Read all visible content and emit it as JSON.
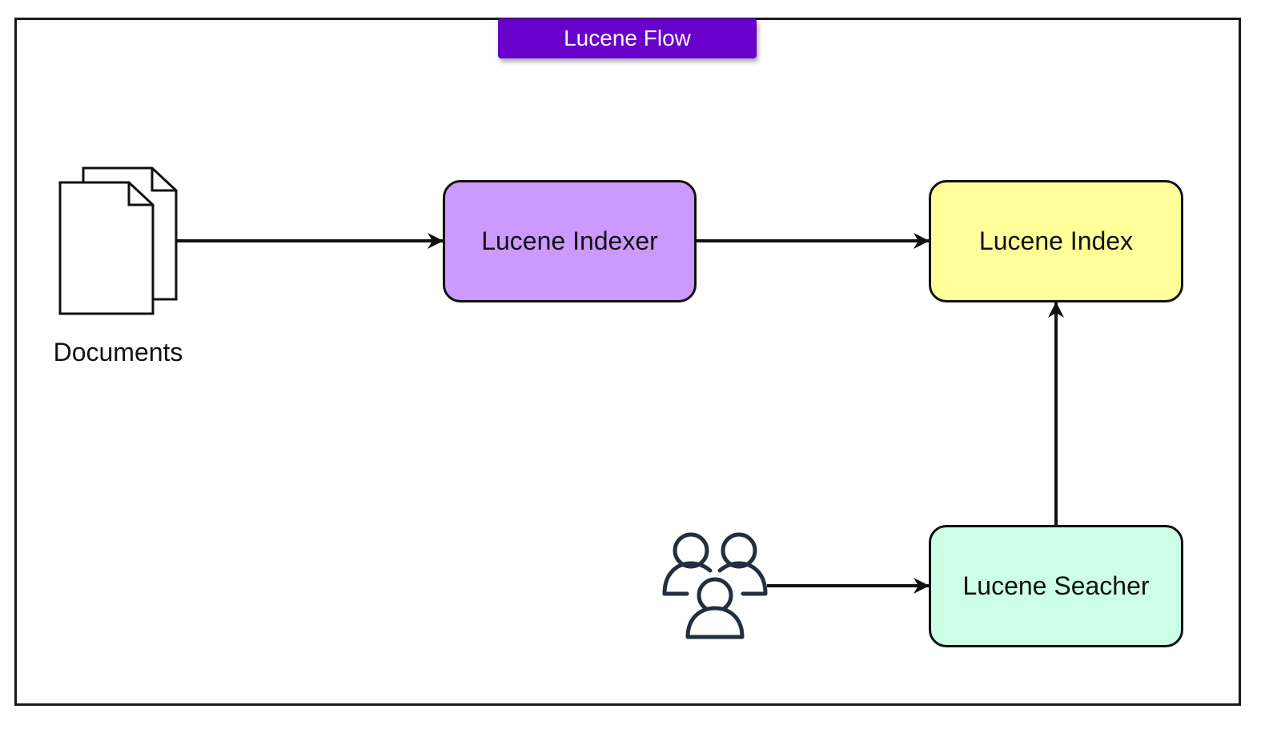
{
  "title": "Lucene Flow",
  "colors": {
    "title_bg": "#6a00cc",
    "indexer_fill": "#cc99ff",
    "index_fill": "#ffff99",
    "searcher_fill": "#ccffe6",
    "line": "#111111",
    "users_icon": "#232f3e"
  },
  "nodes": {
    "documents": {
      "label": "Documents",
      "icon": "documents-icon"
    },
    "indexer": {
      "label": "Lucene Indexer"
    },
    "index": {
      "label": "Lucene Index"
    },
    "searcher": {
      "label": "Lucene Seacher"
    },
    "users": {
      "icon": "users-icon"
    }
  },
  "edges": [
    {
      "from": "documents",
      "to": "indexer"
    },
    {
      "from": "indexer",
      "to": "index"
    },
    {
      "from": "users",
      "to": "searcher"
    },
    {
      "from": "searcher",
      "to": "index"
    }
  ]
}
